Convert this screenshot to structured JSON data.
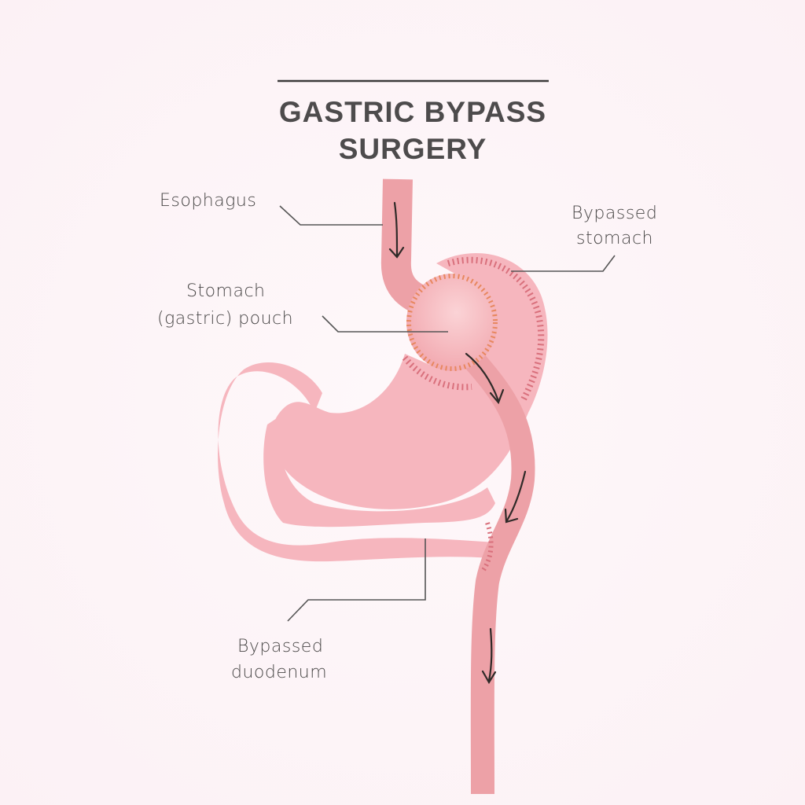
{
  "title": {
    "line1": "GASTRIC BYPASS",
    "line2": "SURGERY"
  },
  "labels": {
    "esophagus": "Esophagus",
    "bypassed_stomach": {
      "line1": "Bypassed",
      "line2": "stomach"
    },
    "pouch": {
      "line1": "Stomach",
      "line2": "(gastric) pouch"
    },
    "bypassed_duodenum": {
      "line1": "Bypassed",
      "line2": "duodenum"
    }
  },
  "colors": {
    "background": "#fdf4f7",
    "stomach": "#f6b6be",
    "tube": "#eda1a7",
    "staples": "#e0707a",
    "pouch_staples": "#e8875f",
    "text": "#4d4b4c"
  }
}
